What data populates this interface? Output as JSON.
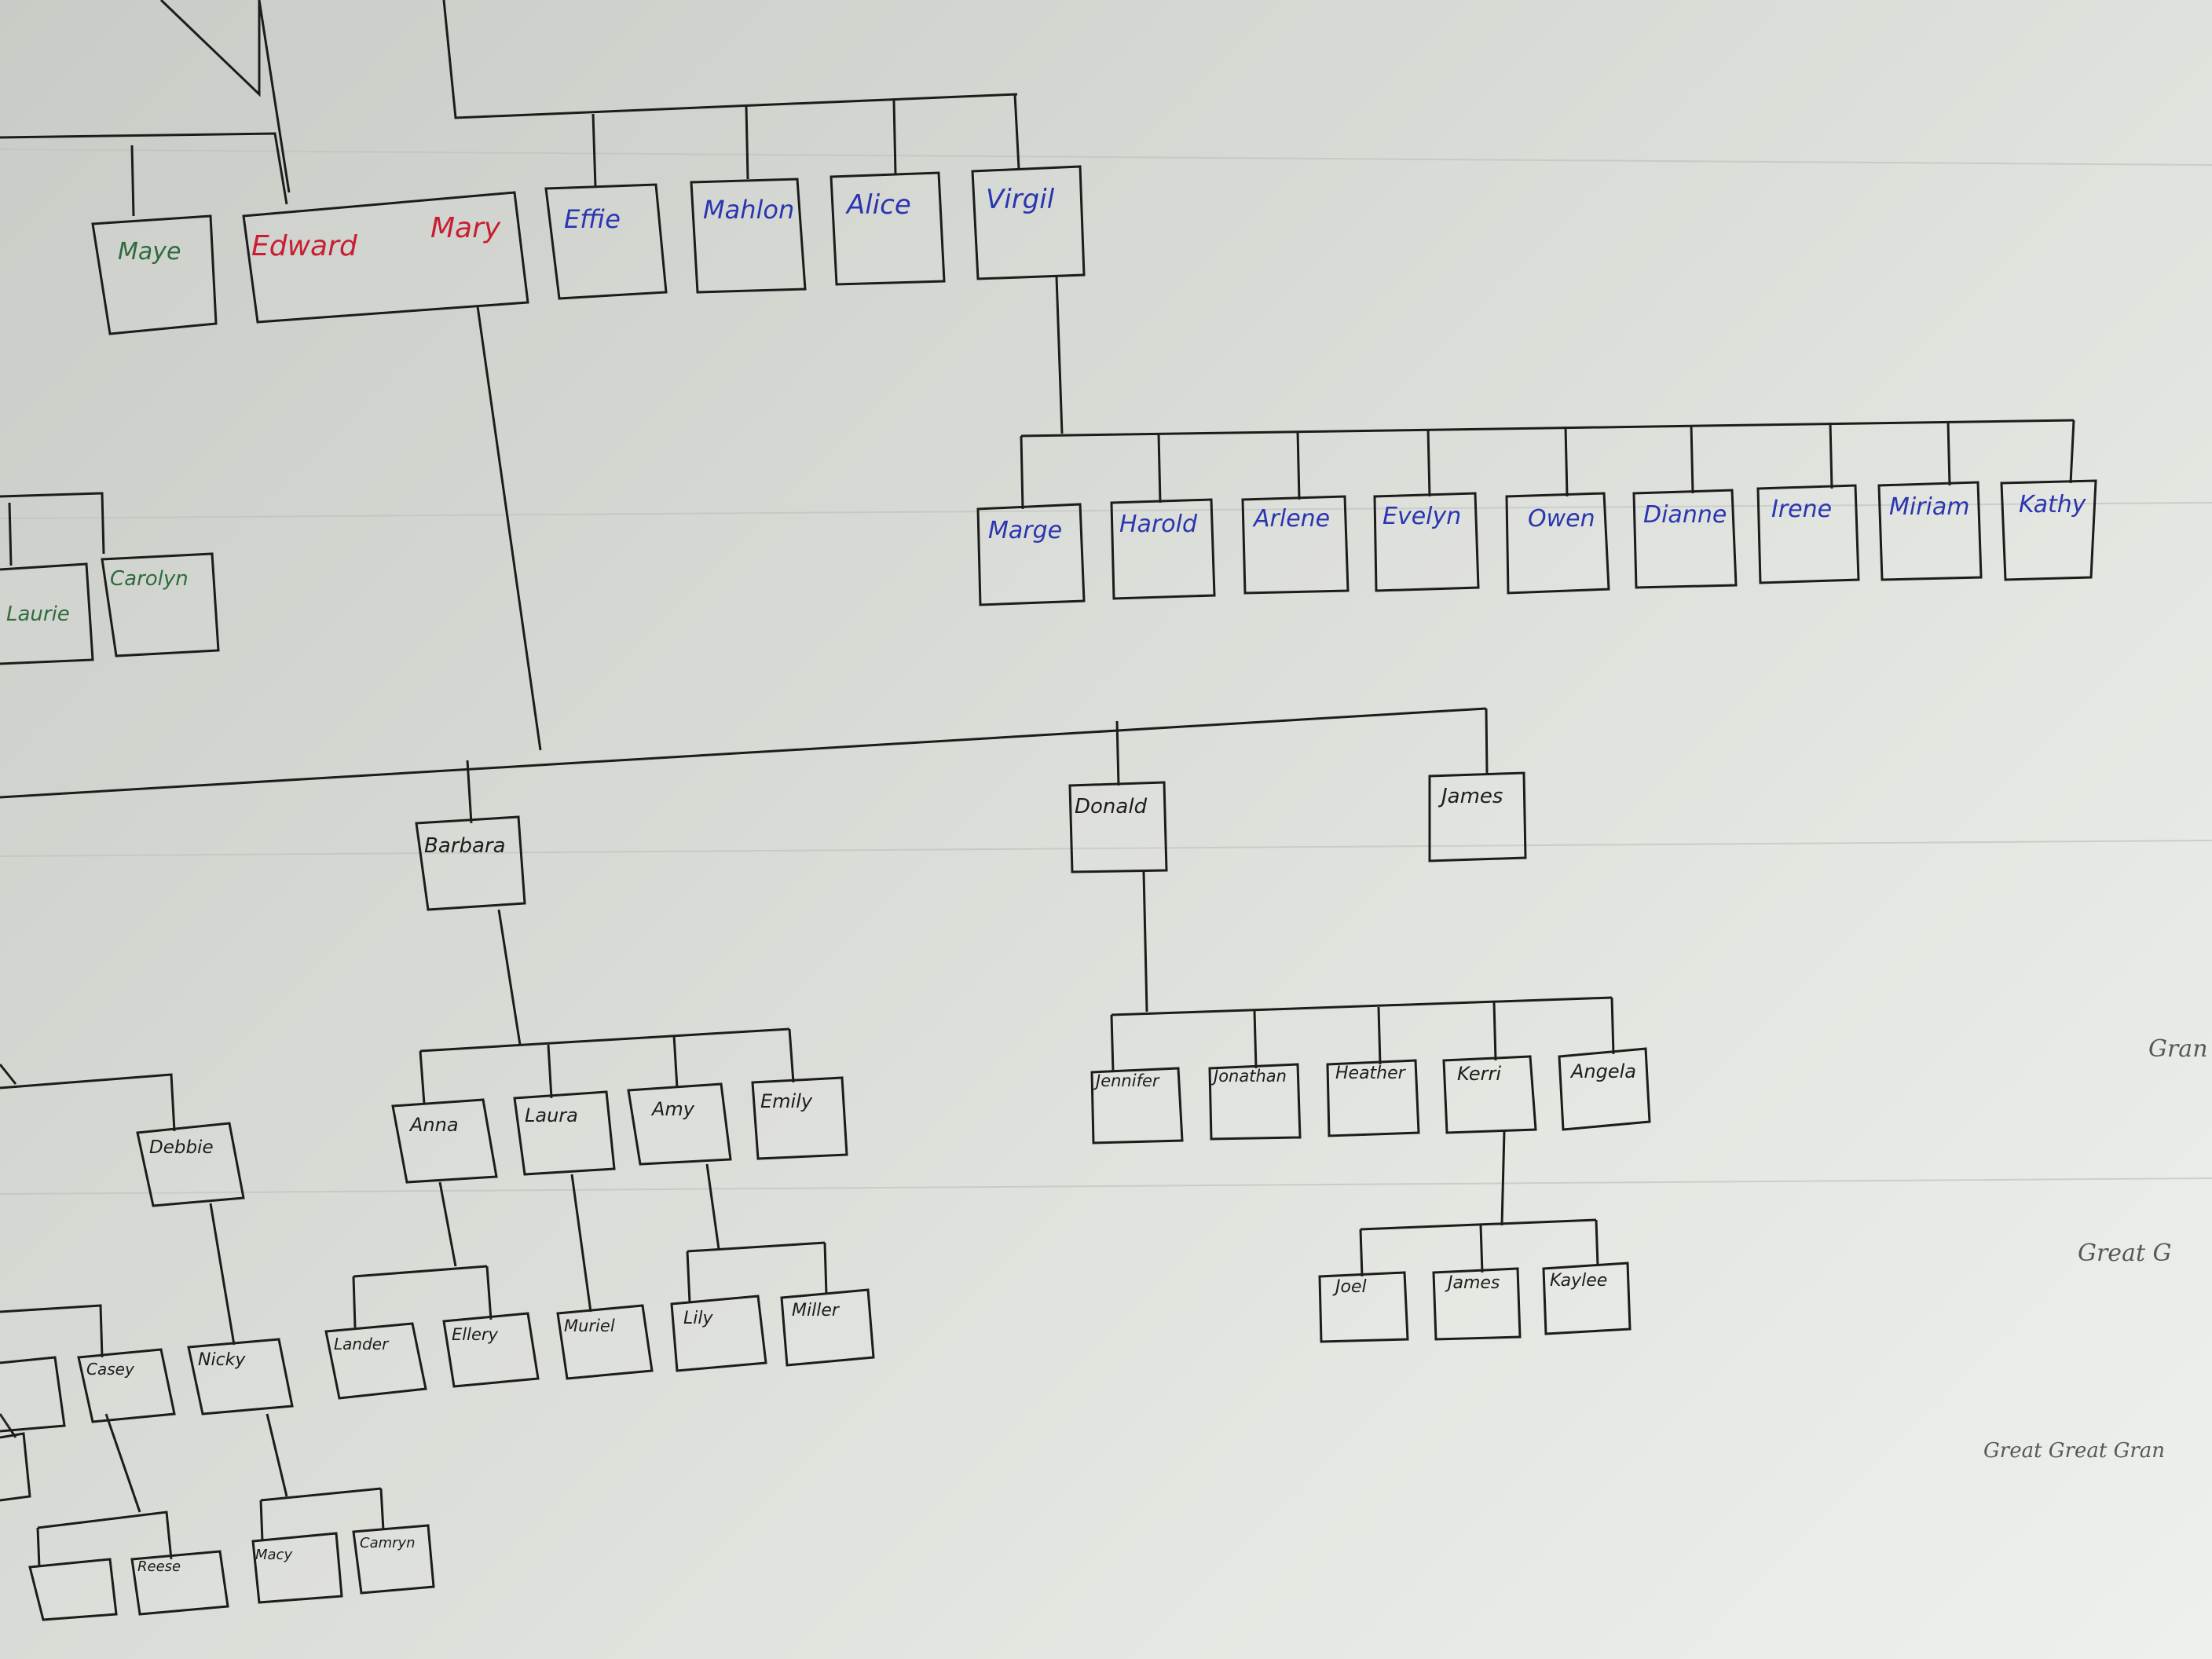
{
  "colors": {
    "paper": "#dcdfd9",
    "line": "#1c1c1c",
    "red_names": "#c81e32",
    "blue_names": "#2a35b0",
    "green_names": "#2f6b3c",
    "black_names": "#1c1c1c",
    "gen_label": "#555a57"
  },
  "people": {
    "maye": "Maye",
    "edward": "Edward",
    "mary": "Mary",
    "effie": "Effie",
    "mahlon": "Mahlon",
    "alice": "Alice",
    "virgil": "Virgil",
    "marge": "Marge",
    "harold": "Harold",
    "arlene": "Arlene",
    "evelyn": "Evelyn",
    "owen": "Owen",
    "dianne": "Dianne",
    "irene": "Irene",
    "miriam": "Miriam",
    "kathy": "Kathy",
    "laurie_partial": "Laurie",
    "carolyn": "Carolyn",
    "barbara": "Barbara",
    "donald": "Donald",
    "james1": "James",
    "anna": "Anna",
    "laura": "Laura",
    "amy": "Amy",
    "emily": "Emily",
    "jennifer": "Jennifer",
    "jonathan": "Jonathan",
    "heather": "Heather",
    "kerri": "Kerri",
    "angela": "Angela",
    "debbie": "Debbie",
    "lander": "Lander",
    "ellery": "Ellery",
    "muriel": "Muriel",
    "lily": "Lily",
    "miller": "Miller",
    "joel": "Joel",
    "james2": "James",
    "kaylee": "Kaylee",
    "casey": "Casey",
    "nicky": "Nicky",
    "macy": "Macy",
    "camryn": "Camryn",
    "reese": "Reese"
  },
  "generation_labels": {
    "gran": "Gran",
    "great": "Great G",
    "great_great": "Great Great Gran"
  }
}
